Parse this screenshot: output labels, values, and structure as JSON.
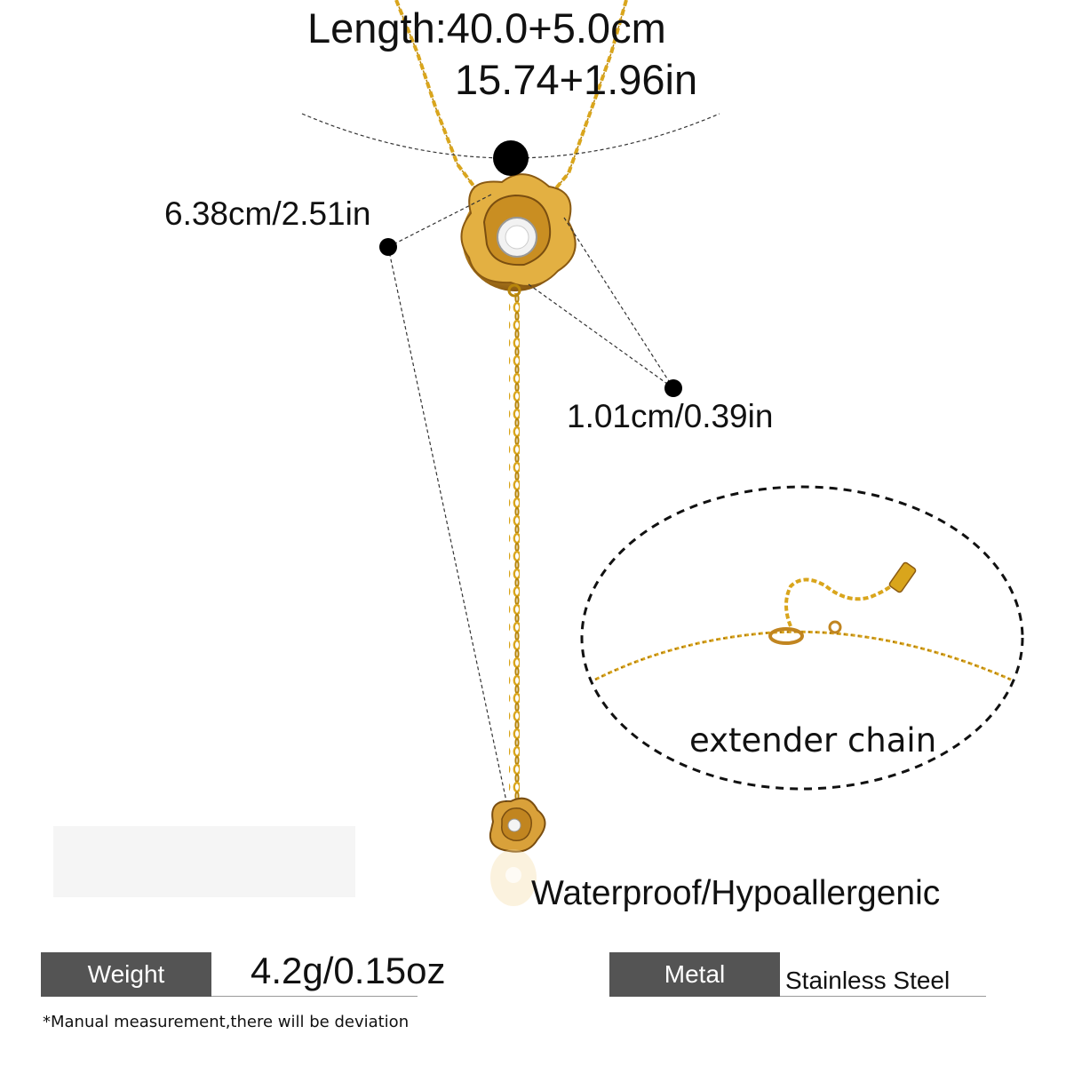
{
  "measurements": {
    "length_cm": "Length:40.0+5.0cm",
    "length_in": "15.74+1.96in",
    "pendant_drop": "6.38cm/2.51in",
    "flower_size": "1.01cm/0.39in"
  },
  "callout": {
    "label": "extender chain"
  },
  "features": "Waterproof/Hypoallergenic",
  "specs": {
    "weight_label": "Weight",
    "weight_value": "4.2g/0.15oz",
    "metal_label": "Metal",
    "metal_value": "Stainless Steel"
  },
  "disclaimer": "*Manual measurement,there will be deviation",
  "colors": {
    "gold": "#d9a51c",
    "label_box": "#545454",
    "marker": "#000000"
  }
}
